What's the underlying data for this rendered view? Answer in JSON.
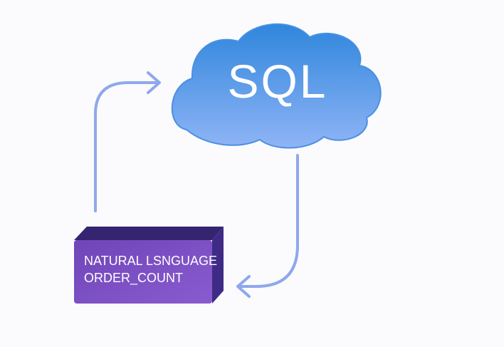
{
  "cloud": {
    "label": "SQL",
    "color_top": "#2f86dc",
    "color_bottom": "#8fb4f6"
  },
  "block": {
    "line1": "NATURAL LSNGUAGE",
    "line2": "ORDER_COUNT",
    "face_color": "#7b4fc4",
    "side_color": "#3f2b86"
  },
  "arrows": {
    "color": "#8fa8ec",
    "from_block_to_cloud": "arrow-up-right",
    "from_cloud_to_block": "arrow-down-left"
  }
}
